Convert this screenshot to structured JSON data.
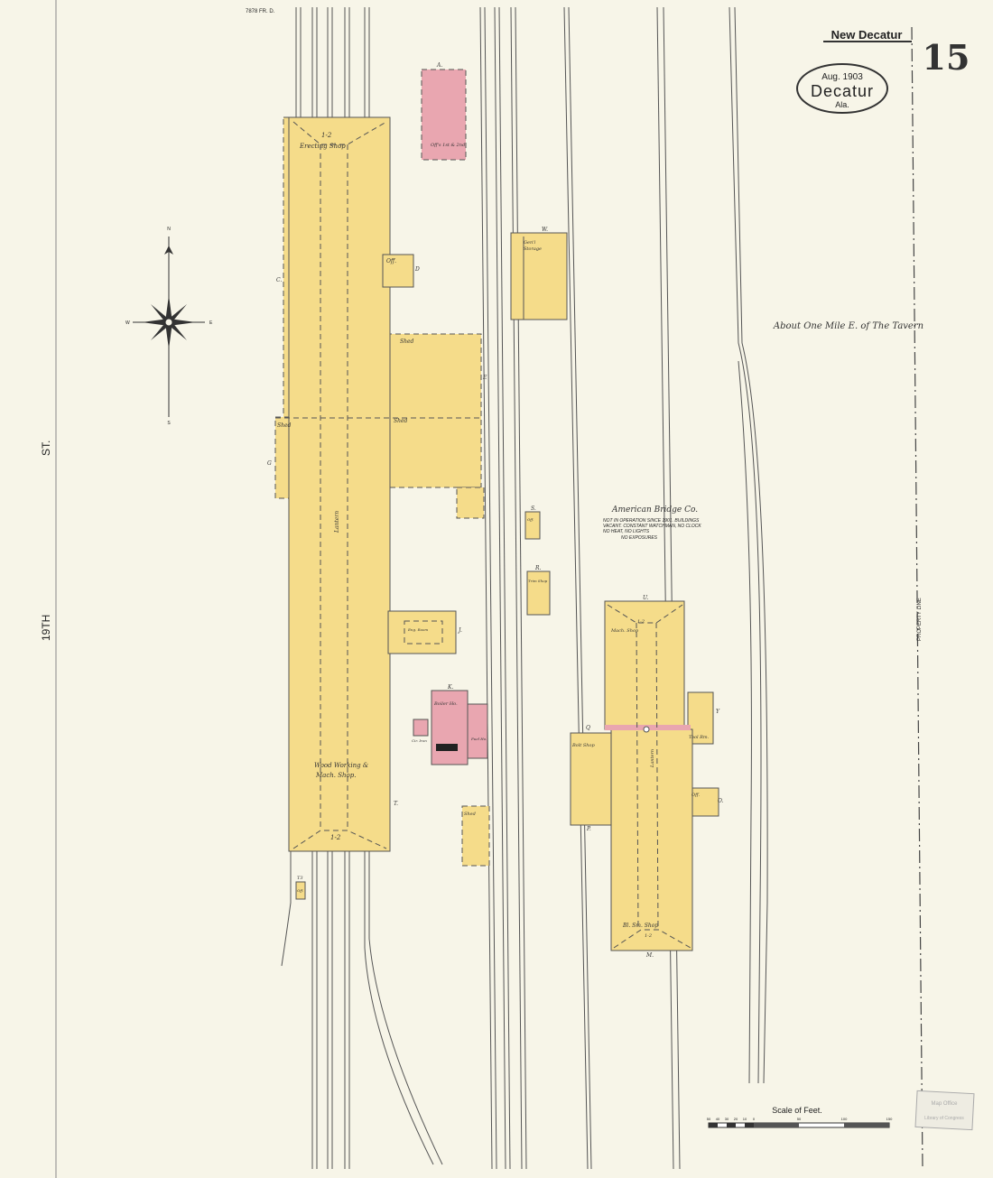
{
  "header": {
    "district": "New Decatur",
    "sheet_number": "15",
    "seal": {
      "date": "Aug. 1903",
      "city": "Decatur",
      "state": "Ala."
    },
    "top_note": "7878 FR. D."
  },
  "streets": {
    "left_street_top": "ST.",
    "left_street_bottom": "19TH"
  },
  "location_note": "About One Mile E. of The Tavern",
  "property_line": "PROPERTY LINE",
  "company": {
    "name": "American Bridge Co.",
    "note_line1": "NOT IN OPERATION SINCE 1901. BUILDINGS",
    "note_line2": "VACANT. CONSTANT WATCHMAN, NO CLOCK",
    "note_line3": "NO HEAT, NO LIGHTS",
    "exposures": "NO EXPOSURES"
  },
  "compass": {
    "n": "N",
    "s": "S",
    "e": "E",
    "w": "W"
  },
  "buildings": {
    "erecting_shop": "Erecting Shop",
    "erecting_story": "1-2",
    "wood_working": "Wood Working &",
    "mach_shop_left": "Mach. Shop.",
    "wood_story": "1-2",
    "lantern_left": "Lantern",
    "off_c": "Off.",
    "shed_right_top": "Shed",
    "shed_right": "Shed",
    "shed_left": "Shed",
    "engine_house": "Eng. Room",
    "boiler_house": "Boiler Ho.",
    "fuel_house": "Fuel Ho.",
    "chimney": "Cir. Iron",
    "shed_bottom": "Shed",
    "off_small": "Off.",
    "office_pink": "Off's 1st & 2nd",
    "genl_storage_1": "Gen'l",
    "genl_storage_2": "Storage",
    "off_s": "Off.",
    "trim_shop": "Trim Shop",
    "mach_shop_right": "Mach. Shop",
    "mach_story": "1-2",
    "lantern_right": "Lantern",
    "bolt_shop": "Bolt Shop",
    "tool_rm": "Tool Rm.",
    "off_o": "Off.",
    "bl_sm_shop": "Bl. Sm. Shop",
    "bl_story": "1-2"
  },
  "letters": {
    "a": "A.",
    "c": "C.",
    "d": "D",
    "e": "E",
    "g": "G",
    "j": "J.",
    "k": "K.",
    "t": "T.",
    "w": "W.",
    "s": "S.",
    "r": "R.",
    "u": "U.",
    "y": "Y",
    "q": "Q",
    "o": "O.",
    "p": "P.",
    "m": "M.",
    "ts": "T3"
  },
  "scale": {
    "title": "Scale of Feet.",
    "ticks": [
      "50",
      "40",
      "30",
      "20",
      "10",
      "0",
      "50",
      "100",
      "150"
    ]
  },
  "stamp": {
    "line1": "Map Office",
    "line2": "Library of Congress"
  },
  "colors": {
    "paper": "#f7f5e8",
    "frame": "#f5dc8a",
    "brick": "#e9a6b0"
  }
}
